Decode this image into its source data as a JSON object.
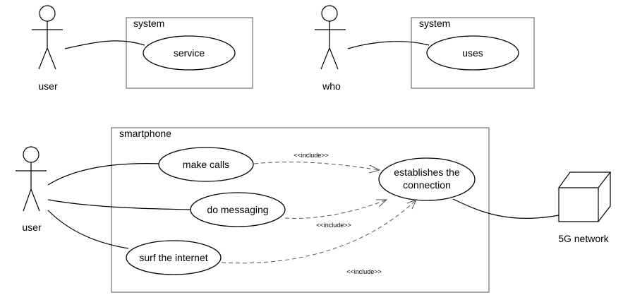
{
  "top_left": {
    "actor": "user",
    "boundary": "system",
    "use_case": "service"
  },
  "top_right": {
    "actor": "who",
    "boundary": "system",
    "use_case": "uses"
  },
  "main": {
    "actor": "user",
    "boundary": "smartphone",
    "use_cases": {
      "make_calls": "make calls",
      "do_messaging": "do messaging",
      "surf_internet": "surf the internet",
      "establish_line1": "establishes the",
      "establish_line2": "connection"
    },
    "include_label": "<<include>>",
    "external_node": "5G network"
  }
}
